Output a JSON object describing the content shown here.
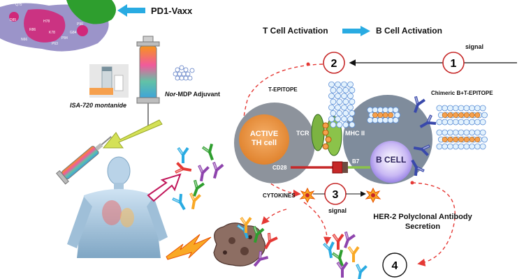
{
  "top": {
    "vaccine_name": "PD1-Vaxx",
    "t_cell_activation": "T Cell Activation",
    "b_cell_activation": "B Cell Activation"
  },
  "left_panel": {
    "adjuvant_1": "ISA-720 montanide",
    "adjuvant_2_prefix": "Nor",
    "adjuvant_2_rest": "-MDP Adjuvant",
    "protein_residues": [
      "Q75",
      "H78",
      "R86",
      "K78",
      "P84",
      "P63",
      "D85",
      "G84",
      "N66",
      "P90"
    ]
  },
  "steps": [
    "1",
    "2",
    "3",
    "4"
  ],
  "signals": {
    "top": "signal",
    "bottom": "signal"
  },
  "cells": {
    "t_epitope": "T-EPITOPE",
    "chimeric": "Chimeric B+T-EPITOPE",
    "active_th_line1": "ACTIVE",
    "active_th_line2": "TH cell",
    "tcr": "TCR",
    "mhc": "MHC II",
    "cd28": "CD28",
    "b7": "B7",
    "b_cell": "B CELL",
    "cytokines": "CYTOKINES"
  },
  "output": {
    "line1": "HER-2  Polyclonal Antibody",
    "line2": "Secretion"
  },
  "colors": {
    "arrow_blue": "#29abe2",
    "step_circle": "#c62828",
    "th_cell": "#e8903a",
    "t_cell_outer": "#8d939c",
    "b_cell_outer": "#7f8c9c",
    "b_cell_inner": "#c9b8f4",
    "dashed_red": "#e53935",
    "protein_purple": "#9b94c9",
    "protein_green": "#2e9e2e",
    "protein_pink": "#d0287a"
  },
  "icons": [
    "protein-structure-icon",
    "syringe-icon",
    "adjuvant-vial-icon",
    "nanoparticle-icon",
    "human-body-icon",
    "antibody-icon",
    "tumor-cell-icon",
    "lightning-icon"
  ]
}
